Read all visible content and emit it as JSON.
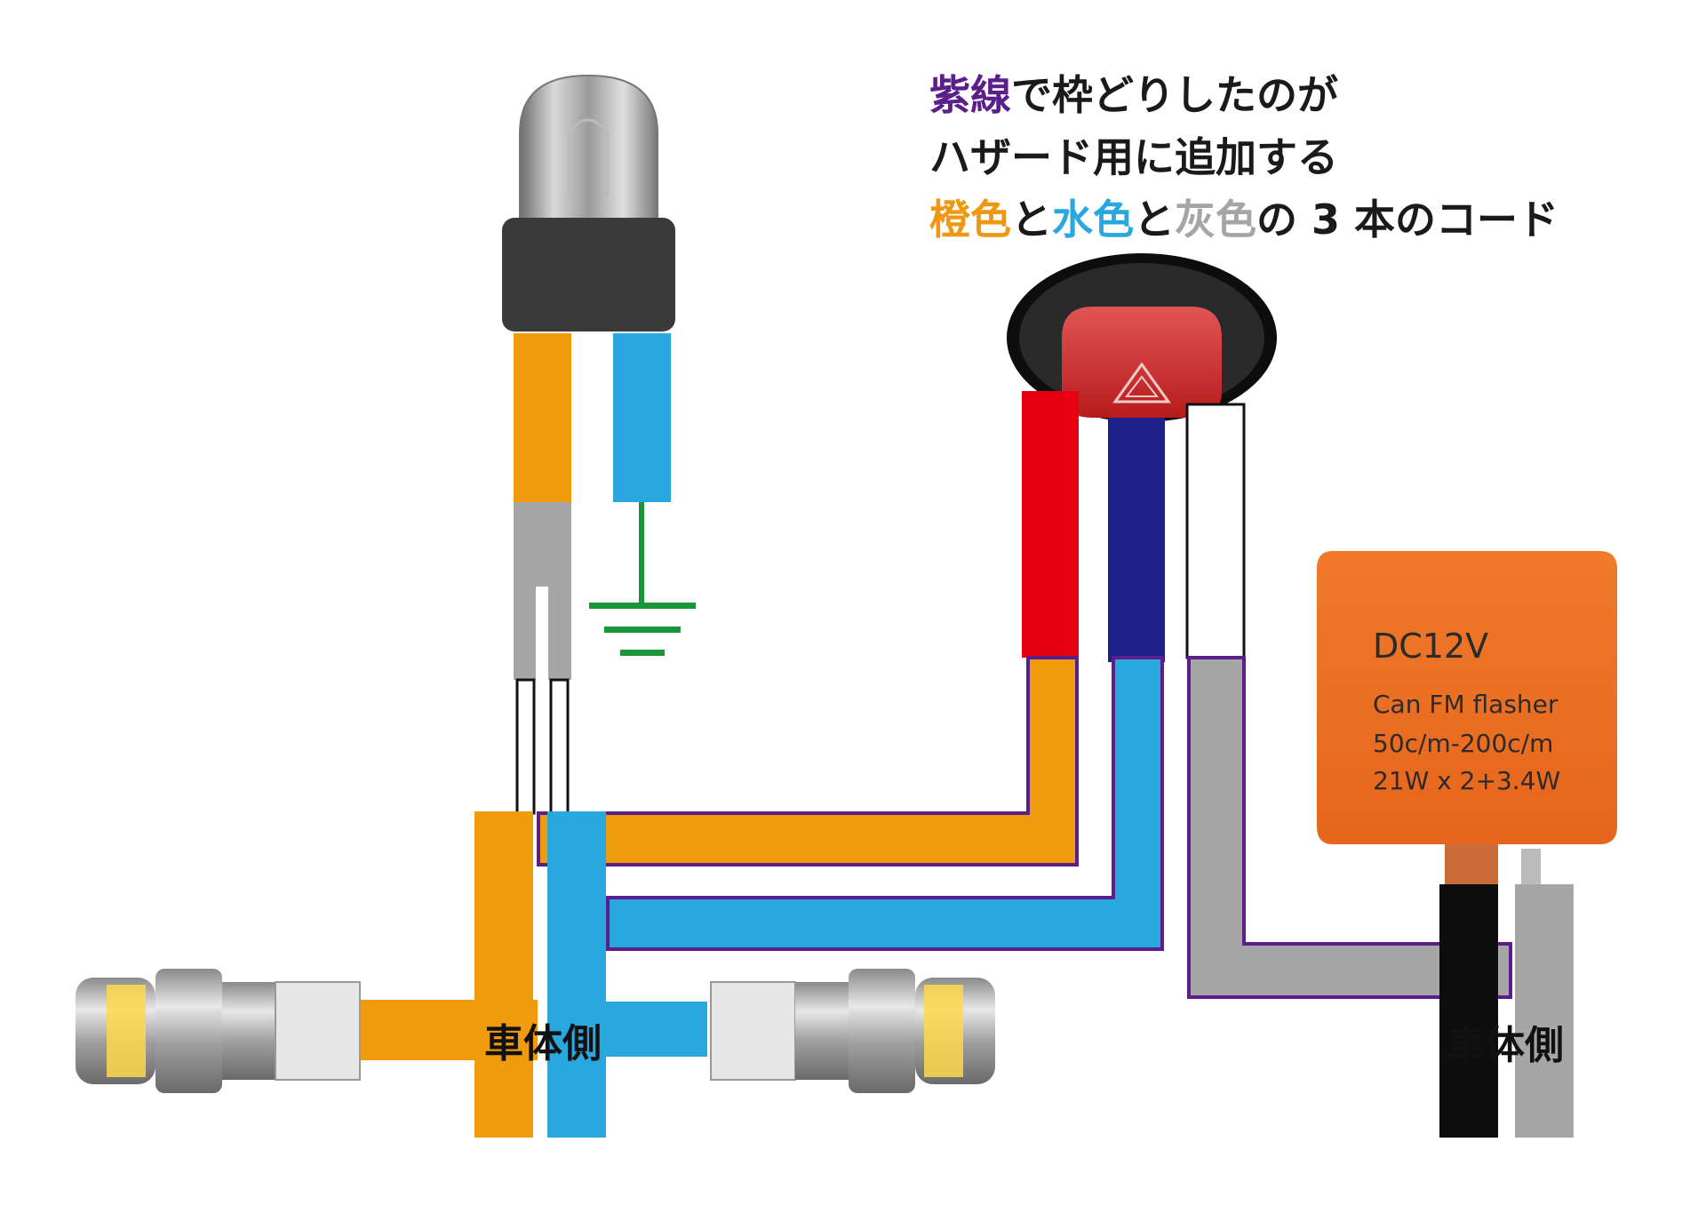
{
  "note": {
    "line1": [
      {
        "text": "紫線",
        "color": "#5b1f8c"
      },
      {
        "text": "で枠どりしたのが",
        "color": "#1a1a1a"
      }
    ],
    "line2": [
      {
        "text": "ハザード用に追加する",
        "color": "#1a1a1a"
      }
    ],
    "line3": [
      {
        "text": "橙色",
        "color": "#ef9712"
      },
      {
        "text": "と",
        "color": "#1a1a1a"
      },
      {
        "text": "水色",
        "color": "#29a8e0"
      },
      {
        "text": "と",
        "color": "#1a1a1a"
      },
      {
        "text": "灰色",
        "color": "#a5a5a5"
      },
      {
        "text": "の 3 本のコード",
        "color": "#1a1a1a"
      }
    ]
  },
  "labels": {
    "body_side_left": "車体側",
    "body_side_right": "車体側"
  },
  "relay": {
    "voltage": "DC12V",
    "model": "Can FM flasher",
    "rate": "50c/m-200c/m",
    "load": "21W x 2+3.4W"
  },
  "colors": {
    "orange": "#f09a0d",
    "light_blue": "#29a8e0",
    "gray": "#a6a6a6",
    "purple": "#5b1f8c",
    "red": "#e60012",
    "navy": "#1d2088",
    "green": "#1a9639",
    "relay_body": "#ec6a1f",
    "switch_button": "#d12b2b",
    "black": "#0d0d0d"
  },
  "icons": {
    "indicator_bulb": "indicator-bulb-icon",
    "hazard_switch": "hazard-switch-icon",
    "ground": "ground-icon",
    "led_bulb_left": "led-bulb-icon",
    "led_bulb_right": "led-bulb-icon",
    "flasher_relay": "flasher-relay-icon"
  }
}
